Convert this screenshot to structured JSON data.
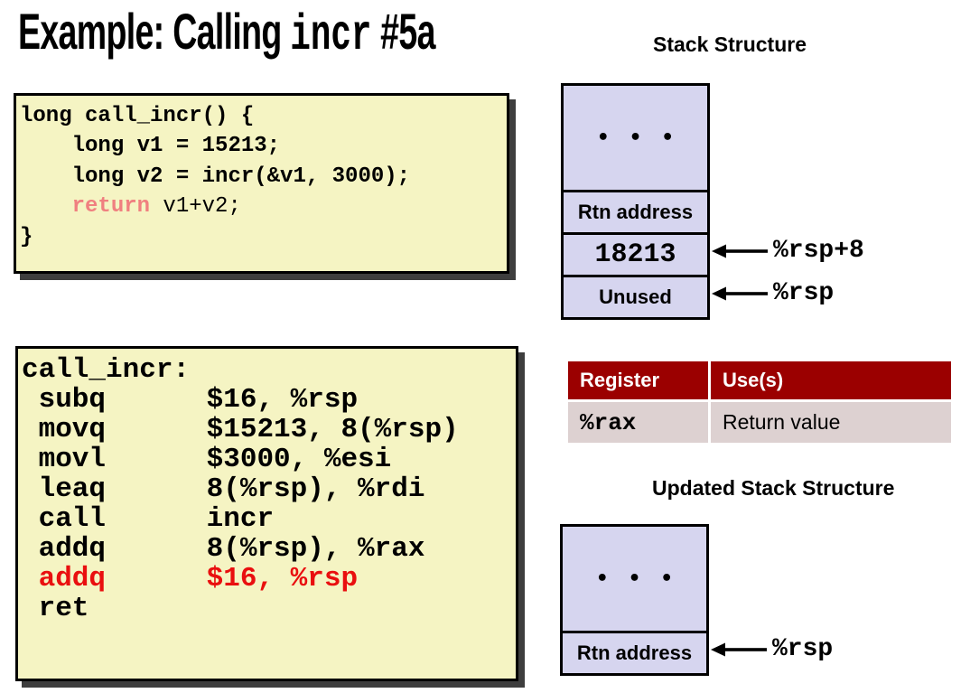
{
  "slide": {
    "title_prefix": "Example: Calling ",
    "title_mono": "incr",
    "title_suffix": " #5a"
  },
  "colors": {
    "code_box_bg": "#F5F4C3",
    "code_box_shadow": "#3E3E3E",
    "stack_fill": "#D6D5EF",
    "table_header_bg": "#9B0000",
    "table_row_bg": "#DDD1D1",
    "keyword_salmon": "#F08080",
    "highlight_red": "#E90F0F"
  },
  "c_code": {
    "lines": [
      [
        {
          "t": "long call_incr() {",
          "c": "k"
        }
      ],
      [
        {
          "t": "    long v1 = 15213;",
          "c": "k"
        }
      ],
      [
        {
          "t": "    long v2 = incr(&v1, 3000);",
          "c": "k"
        }
      ],
      [
        {
          "t": "    ",
          "c": "k"
        },
        {
          "t": "return",
          "c": "p"
        },
        {
          "t": " v1+v2;",
          "c": "n"
        }
      ],
      [
        {
          "t": "}",
          "c": "k"
        }
      ]
    ]
  },
  "asm_code": {
    "lines": [
      [
        {
          "t": "call_incr:",
          "c": "k"
        }
      ],
      [
        {
          "t": " subq      $16, %rsp",
          "c": "k"
        }
      ],
      [
        {
          "t": " movq      $15213, 8(%rsp)",
          "c": "k"
        }
      ],
      [
        {
          "t": " movl      $3000, %esi",
          "c": "k"
        }
      ],
      [
        {
          "t": " leaq      8(%rsp), %rdi",
          "c": "k"
        }
      ],
      [
        {
          "t": " call      incr",
          "c": "k"
        }
      ],
      [
        {
          "t": " addq      8(%rsp), %rax",
          "c": "k"
        }
      ],
      [
        {
          "t": " addq      $16, %rsp",
          "c": "r"
        }
      ],
      [
        {
          "t": " ret",
          "c": "k"
        }
      ]
    ]
  },
  "stack_structure": {
    "title": "Stack Structure",
    "cells": [
      {
        "text": "• • •",
        "kind": "dots"
      },
      {
        "text": "Rtn address",
        "kind": "sans"
      },
      {
        "text": "18213",
        "kind": "mono"
      },
      {
        "text": "Unused",
        "kind": "sans"
      }
    ],
    "pointers": [
      {
        "cell": 2,
        "label": "%rsp+8"
      },
      {
        "cell": 3,
        "label": "%rsp"
      }
    ]
  },
  "register_table": {
    "headers": [
      "Register",
      "Use(s)"
    ],
    "rows": [
      {
        "register": "%rax",
        "use": "Return value"
      }
    ]
  },
  "updated_stack_structure": {
    "title": "Updated Stack Structure",
    "cells": [
      {
        "text": "• • •",
        "kind": "dots"
      },
      {
        "text": "Rtn address",
        "kind": "sans"
      }
    ],
    "pointers": [
      {
        "cell": 1,
        "label": "%rsp"
      }
    ]
  }
}
